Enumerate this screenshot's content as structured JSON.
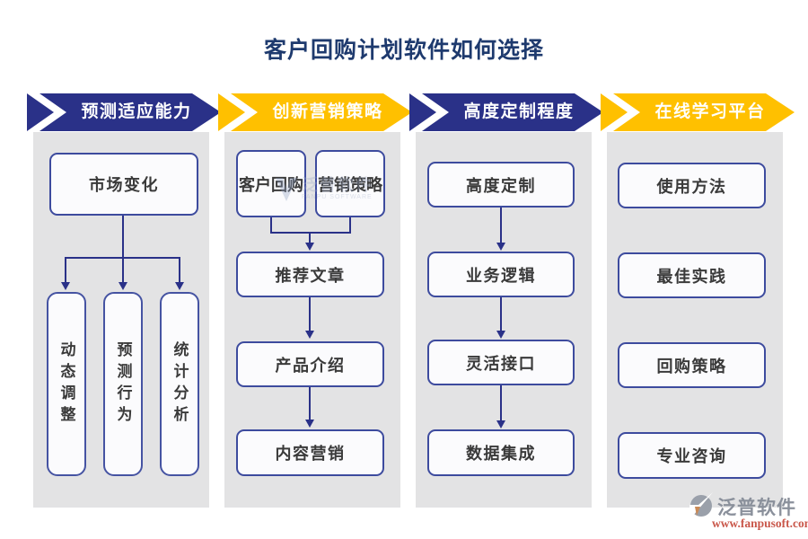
{
  "title": "客户回购计划软件如何选择",
  "colors": {
    "title": "#1E3A6E",
    "indigo": "#2A3188",
    "gold": "#FFC000",
    "panel_bg": "#E3E3E4",
    "box_fill": "#FBFBFD",
    "box_border": "#3D4B9E",
    "connector": "#2A3188",
    "box_text": "#3A3A3A",
    "brand_gray": "#8A909B",
    "url_red": "#C9574A"
  },
  "columns": [
    {
      "header": "预测适应能力",
      "header_color": "#2A3188",
      "top_box": "市场变化",
      "leaf_boxes": [
        "动态调整",
        "预测行为",
        "统计分析"
      ]
    },
    {
      "header": "创新营销策略",
      "header_color": "#FFC000",
      "source_boxes": [
        "客户回购",
        "营销策略"
      ],
      "chain": [
        "推荐文章",
        "产品介绍",
        "内容营销"
      ]
    },
    {
      "header": "高度定制程度",
      "header_color": "#2A3188",
      "chain": [
        "高度定制",
        "业务逻辑",
        "灵活接口",
        "数据集成"
      ]
    },
    {
      "header": "在线学习平台",
      "header_color": "#FFC000",
      "items": [
        "使用方法",
        "最佳实践",
        "回购策略",
        "专业咨询"
      ]
    }
  ],
  "watermark": {
    "brand": "泛普软件",
    "sub": "FANPU SOFTWARE"
  },
  "footer": {
    "brand": "泛普软件",
    "url": "www.fanpusoft.com"
  }
}
